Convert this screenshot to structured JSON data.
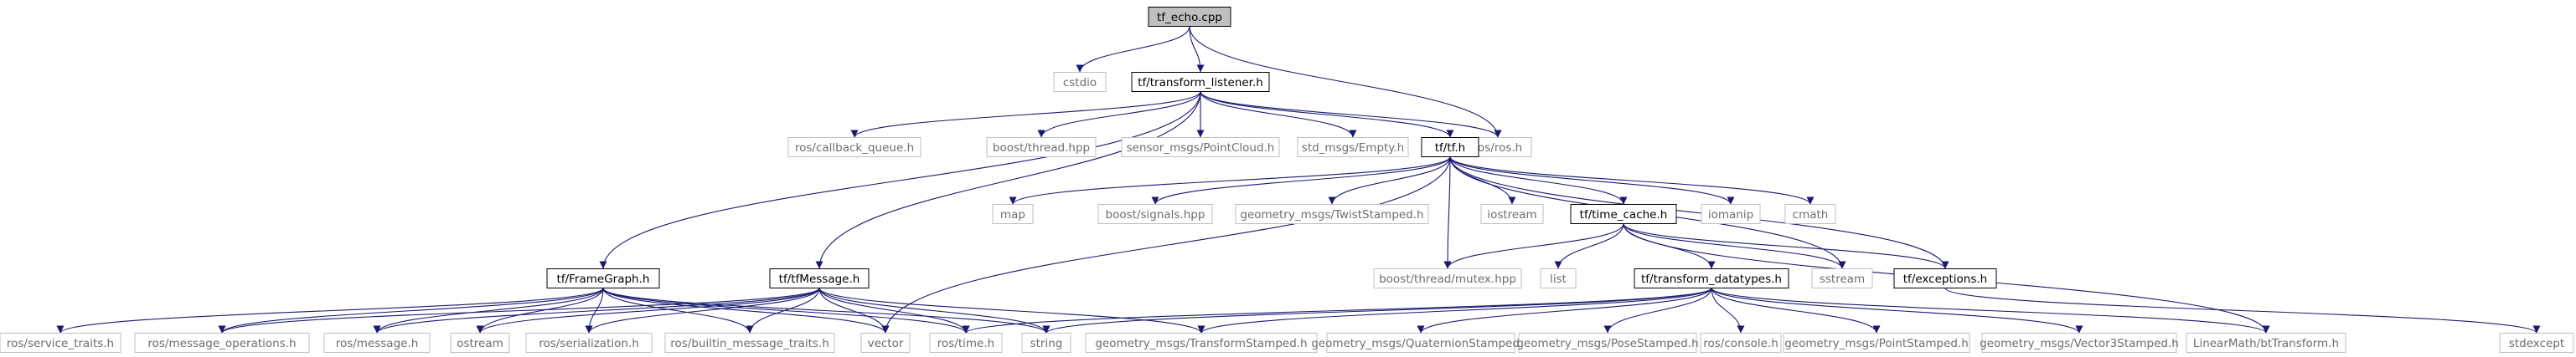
{
  "diagram": {
    "colors": {
      "edge": "#191970",
      "root_fill": "#bfbfbf",
      "doc_border": "#000000",
      "ext_border": "#bfbfbf",
      "ext_text": "#6e6e6e"
    },
    "nodes": [
      {
        "id": "tf_echo",
        "label": "tf_echo.cpp",
        "kind": "root"
      },
      {
        "id": "cstdio",
        "label": "cstdio",
        "kind": "ext"
      },
      {
        "id": "transform_listener",
        "label": "tf/transform_listener.h",
        "kind": "doc"
      },
      {
        "id": "ros_ros",
        "label": "ros/ros.h",
        "kind": "ext"
      },
      {
        "id": "callback_queue",
        "label": "ros/callback_queue.h",
        "kind": "ext"
      },
      {
        "id": "boost_thread",
        "label": "boost/thread.hpp",
        "kind": "ext"
      },
      {
        "id": "pointcloud",
        "label": "sensor_msgs/PointCloud.h",
        "kind": "ext"
      },
      {
        "id": "empty",
        "label": "std_msgs/Empty.h",
        "kind": "ext"
      },
      {
        "id": "tf_h",
        "label": "tf/tf.h",
        "kind": "doc"
      },
      {
        "id": "framegraph",
        "label": "tf/FrameGraph.h",
        "kind": "doc"
      },
      {
        "id": "tfmessage",
        "label": "tf/tfMessage.h",
        "kind": "doc"
      },
      {
        "id": "map",
        "label": "map",
        "kind": "ext"
      },
      {
        "id": "signals",
        "label": "boost/signals.hpp",
        "kind": "ext"
      },
      {
        "id": "twist",
        "label": "geometry_msgs/TwistStamped.h",
        "kind": "ext"
      },
      {
        "id": "iostream",
        "label": "iostream",
        "kind": "ext"
      },
      {
        "id": "time_cache",
        "label": "tf/time_cache.h",
        "kind": "doc"
      },
      {
        "id": "iomanip",
        "label": "iomanip",
        "kind": "ext"
      },
      {
        "id": "cmath",
        "label": "cmath",
        "kind": "ext"
      },
      {
        "id": "mutex",
        "label": "boost/thread/mutex.hpp",
        "kind": "ext"
      },
      {
        "id": "list",
        "label": "list",
        "kind": "ext"
      },
      {
        "id": "transform_datatypes",
        "label": "tf/transform_datatypes.h",
        "kind": "doc"
      },
      {
        "id": "sstream",
        "label": "sstream",
        "kind": "ext"
      },
      {
        "id": "exceptions",
        "label": "tf/exceptions.h",
        "kind": "doc"
      },
      {
        "id": "service_traits",
        "label": "ros/service_traits.h",
        "kind": "ext"
      },
      {
        "id": "message_operations",
        "label": "ros/message_operations.h",
        "kind": "ext"
      },
      {
        "id": "message",
        "label": "ros/message.h",
        "kind": "ext"
      },
      {
        "id": "ostream",
        "label": "ostream",
        "kind": "ext"
      },
      {
        "id": "serialization",
        "label": "ros/serialization.h",
        "kind": "ext"
      },
      {
        "id": "builtin_traits",
        "label": "ros/builtin_message_traits.h",
        "kind": "ext"
      },
      {
        "id": "vector",
        "label": "vector",
        "kind": "ext"
      },
      {
        "id": "time",
        "label": "ros/time.h",
        "kind": "ext"
      },
      {
        "id": "string",
        "label": "string",
        "kind": "ext"
      },
      {
        "id": "transform_stamped",
        "label": "geometry_msgs/TransformStamped.h",
        "kind": "ext"
      },
      {
        "id": "quaternion",
        "label": "geometry_msgs/QuaternionStamped.h",
        "kind": "ext"
      },
      {
        "id": "pose",
        "label": "geometry_msgs/PoseStamped.h",
        "kind": "ext"
      },
      {
        "id": "console",
        "label": "ros/console.h",
        "kind": "ext"
      },
      {
        "id": "point",
        "label": "geometry_msgs/PointStamped.h",
        "kind": "ext"
      },
      {
        "id": "vector3",
        "label": "geometry_msgs/Vector3Stamped.h",
        "kind": "ext"
      },
      {
        "id": "bttransform",
        "label": "LinearMath/btTransform.h",
        "kind": "ext"
      },
      {
        "id": "stdexcept",
        "label": "stdexcept",
        "kind": "ext"
      }
    ],
    "edges": [
      [
        "tf_echo",
        "cstdio"
      ],
      [
        "tf_echo",
        "transform_listener"
      ],
      [
        "tf_echo",
        "ros_ros"
      ],
      [
        "transform_listener",
        "callback_queue"
      ],
      [
        "transform_listener",
        "boost_thread"
      ],
      [
        "transform_listener",
        "pointcloud"
      ],
      [
        "transform_listener",
        "empty"
      ],
      [
        "transform_listener",
        "tf_h"
      ],
      [
        "transform_listener",
        "ros_ros"
      ],
      [
        "transform_listener",
        "framegraph"
      ],
      [
        "transform_listener",
        "tfmessage"
      ],
      [
        "tf_h",
        "map"
      ],
      [
        "tf_h",
        "signals"
      ],
      [
        "tf_h",
        "twist"
      ],
      [
        "tf_h",
        "iostream"
      ],
      [
        "tf_h",
        "time_cache"
      ],
      [
        "tf_h",
        "iomanip"
      ],
      [
        "tf_h",
        "cmath"
      ],
      [
        "tf_h",
        "mutex"
      ],
      [
        "tf_h",
        "vector"
      ],
      [
        "tf_h",
        "exceptions"
      ],
      [
        "tf_h",
        "sstream"
      ],
      [
        "time_cache",
        "mutex"
      ],
      [
        "time_cache",
        "list"
      ],
      [
        "time_cache",
        "transform_datatypes"
      ],
      [
        "time_cache",
        "sstream"
      ],
      [
        "time_cache",
        "exceptions"
      ],
      [
        "time_cache",
        "bttransform"
      ],
      [
        "exceptions",
        "stdexcept"
      ],
      [
        "transform_datatypes",
        "string"
      ],
      [
        "transform_datatypes",
        "time"
      ],
      [
        "transform_datatypes",
        "transform_stamped"
      ],
      [
        "transform_datatypes",
        "quaternion"
      ],
      [
        "transform_datatypes",
        "pose"
      ],
      [
        "transform_datatypes",
        "console"
      ],
      [
        "transform_datatypes",
        "point"
      ],
      [
        "transform_datatypes",
        "vector3"
      ],
      [
        "transform_datatypes",
        "bttransform"
      ],
      [
        "framegraph",
        "service_traits"
      ],
      [
        "framegraph",
        "message_operations"
      ],
      [
        "framegraph",
        "message"
      ],
      [
        "framegraph",
        "ostream"
      ],
      [
        "framegraph",
        "serialization"
      ],
      [
        "framegraph",
        "builtin_traits"
      ],
      [
        "framegraph",
        "vector"
      ],
      [
        "framegraph",
        "time"
      ],
      [
        "framegraph",
        "string"
      ],
      [
        "tfmessage",
        "message_operations"
      ],
      [
        "tfmessage",
        "message"
      ],
      [
        "tfmessage",
        "ostream"
      ],
      [
        "tfmessage",
        "serialization"
      ],
      [
        "tfmessage",
        "builtin_traits"
      ],
      [
        "tfmessage",
        "vector"
      ],
      [
        "tfmessage",
        "time"
      ],
      [
        "tfmessage",
        "string"
      ],
      [
        "tfmessage",
        "transform_stamped"
      ]
    ]
  }
}
